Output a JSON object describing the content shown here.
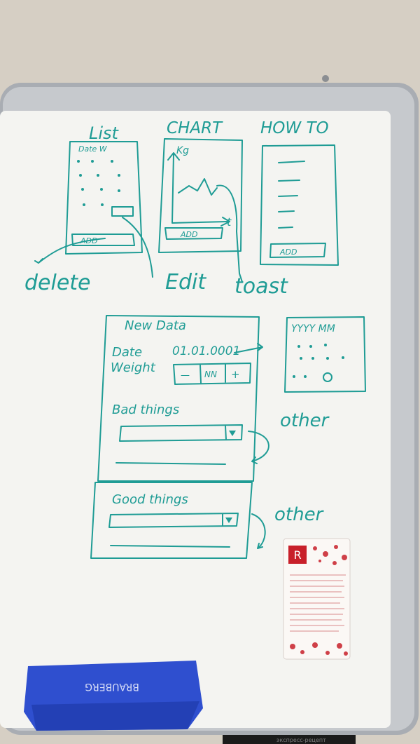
{
  "colors": {
    "wall": "#d6cfc4",
    "frame": "#a9adb3",
    "board": "#f4f4f1",
    "marker": "#1f9c95",
    "eraser": "#2f4fcf",
    "card_red": "#c8202a"
  },
  "top_screens": {
    "list": {
      "title": "List",
      "header_text": "Date W",
      "button": "ADD",
      "note": "delete"
    },
    "chart": {
      "title": "CHART",
      "y_axis": "Kg",
      "x_axis": "t",
      "button": "ADD",
      "note": "Edit"
    },
    "how_to": {
      "title": "HOW TO",
      "button": "ADD",
      "note": "toast"
    }
  },
  "form": {
    "title": "New Data",
    "date_label": "Date",
    "date_value": "01.01.0001",
    "weight_label": "Weight",
    "stepper_minus": "—",
    "stepper_value": "NN",
    "stepper_plus": "+",
    "bad_things_label": "Bad things",
    "good_things_label": "Good things",
    "other_note_1": "other",
    "other_note_2": "other"
  },
  "side_picker": {
    "header": "YYYY MM"
  },
  "eraser": {
    "brand": "BRAUBERG"
  },
  "card": {
    "logo_letter": "R"
  },
  "bottom_box": {
    "text": "экспресс-рецепт"
  }
}
